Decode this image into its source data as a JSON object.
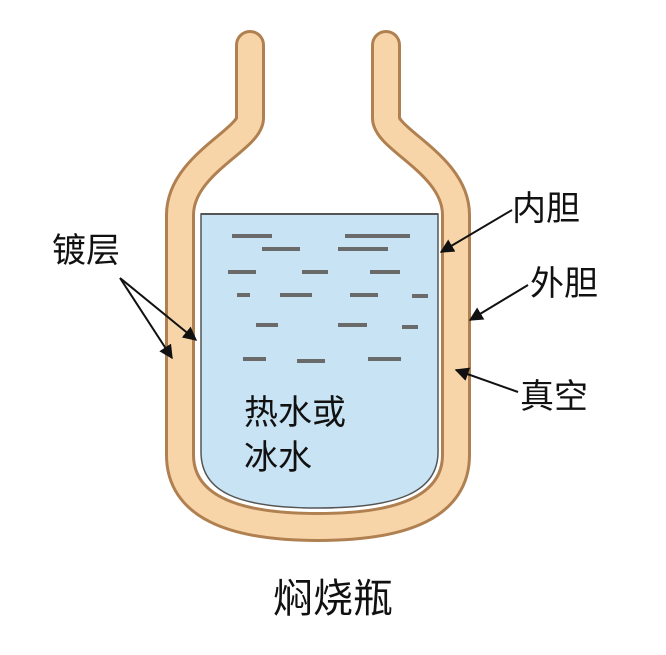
{
  "diagram": {
    "caption": "焖烧瓶",
    "content_label": {
      "line1": "热水或",
      "line2": "冰水"
    },
    "labels": {
      "coating": "镀层",
      "inner_wall": "内胆",
      "outer_wall": "外胆",
      "vacuum": "真空"
    },
    "colors": {
      "flask_wall": "#f7d5a8",
      "outline": "#b08050",
      "liquid": "#c8e3f3",
      "liquid_outline": "#555555",
      "wave_dash": "#6a6a6a",
      "text": "#111111",
      "arrow": "#111111"
    }
  }
}
